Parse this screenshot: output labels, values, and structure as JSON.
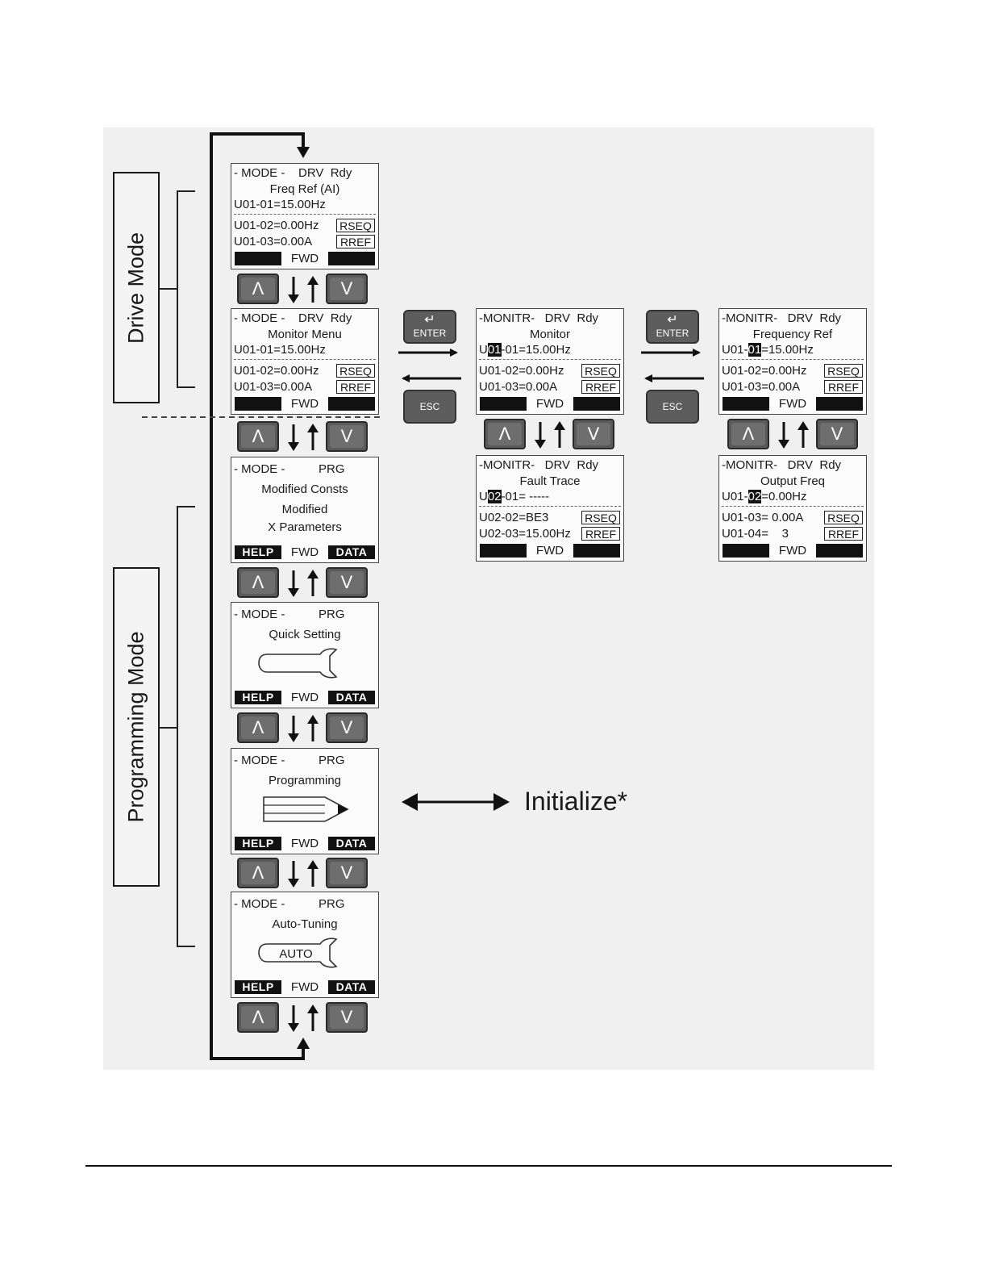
{
  "mode_labels": {
    "drive": "Drive Mode",
    "programming": "Programming Mode"
  },
  "panels": {
    "freq_ref": {
      "line1": "- MODE -    DRV  Rdy",
      "title": "Freq Ref (AI)",
      "main": "U01-01=15.00Hz",
      "sub1": "U01-02=0.00Hz",
      "sub2": "U01-03=0.00A",
      "tag1": "RSEQ",
      "tag2": "RREF",
      "bottom": "FWD"
    },
    "monitor_menu": {
      "line1": "- MODE -    DRV  Rdy",
      "title": "Monitor Menu",
      "main": "U01-01=15.00Hz",
      "sub1": "U01-02=0.00Hz",
      "sub2": "U01-03=0.00A",
      "tag1": "RSEQ",
      "tag2": "RREF",
      "bottom": "FWD"
    },
    "modified_consts": {
      "line1": "- MODE -          PRG",
      "title": "Modified Consts",
      "line3": "Modified",
      "line4": "X Parameters",
      "left": "HELP",
      "bottom": "FWD",
      "right": "DATA"
    },
    "quick_setting": {
      "line1": "- MODE -          PRG",
      "title": "Quick Setting",
      "left": "HELP",
      "bottom": "FWD",
      "right": "DATA"
    },
    "programming": {
      "line1": "- MODE -          PRG",
      "title": "Programming",
      "left": "HELP",
      "bottom": "FWD",
      "right": "DATA"
    },
    "auto_tuning": {
      "line1": "- MODE -          PRG",
      "title": "Auto-Tuning",
      "auto": "AUTO",
      "left": "HELP",
      "bottom": "FWD",
      "right": "DATA"
    },
    "monitor": {
      "line1": "-MONITR-   DRV  Rdy",
      "title": "Monitor",
      "main_a": "U",
      "main_hl": "01",
      "main_b": "-01=15.00Hz",
      "sub1": "U01-02=0.00Hz",
      "sub2": "U01-03=0.00A",
      "tag1": "RSEQ",
      "tag2": "RREF",
      "bottom": "FWD"
    },
    "fault_trace": {
      "line1": "-MONITR-   DRV  Rdy",
      "title": "Fault Trace",
      "main_a": "U",
      "main_hl": "02",
      "main_b": "-01= -----",
      "sub1": "U02-02=BE3",
      "sub2": "U02-03=15.00Hz",
      "tag1": "RSEQ",
      "tag2": "RREF",
      "bottom": "FWD"
    },
    "frequency_ref": {
      "line1": "-MONITR-   DRV  Rdy",
      "title": "Frequency Ref",
      "main_a": "U01-",
      "main_hl": "01",
      "main_b": "=15.00Hz",
      "sub1": "U01-02=0.00Hz",
      "sub2": "U01-03=0.00A",
      "tag1": "RSEQ",
      "tag2": "RREF",
      "bottom": "FWD"
    },
    "output_freq": {
      "line1": "-MONITR-   DRV  Rdy",
      "title": "Output Freq",
      "main_a": "U01-",
      "main_hl": "02",
      "main_b": "=0.00Hz",
      "sub1": "U01-03= 0.00A",
      "sub2": "U01-04=    3",
      "tag1": "RSEQ",
      "tag2": "RREF",
      "bottom": "FWD"
    }
  },
  "keys": {
    "up": "Λ",
    "down": "V",
    "enter": "ENTER",
    "esc": "ESC"
  },
  "initialize_label": "Initialize*"
}
